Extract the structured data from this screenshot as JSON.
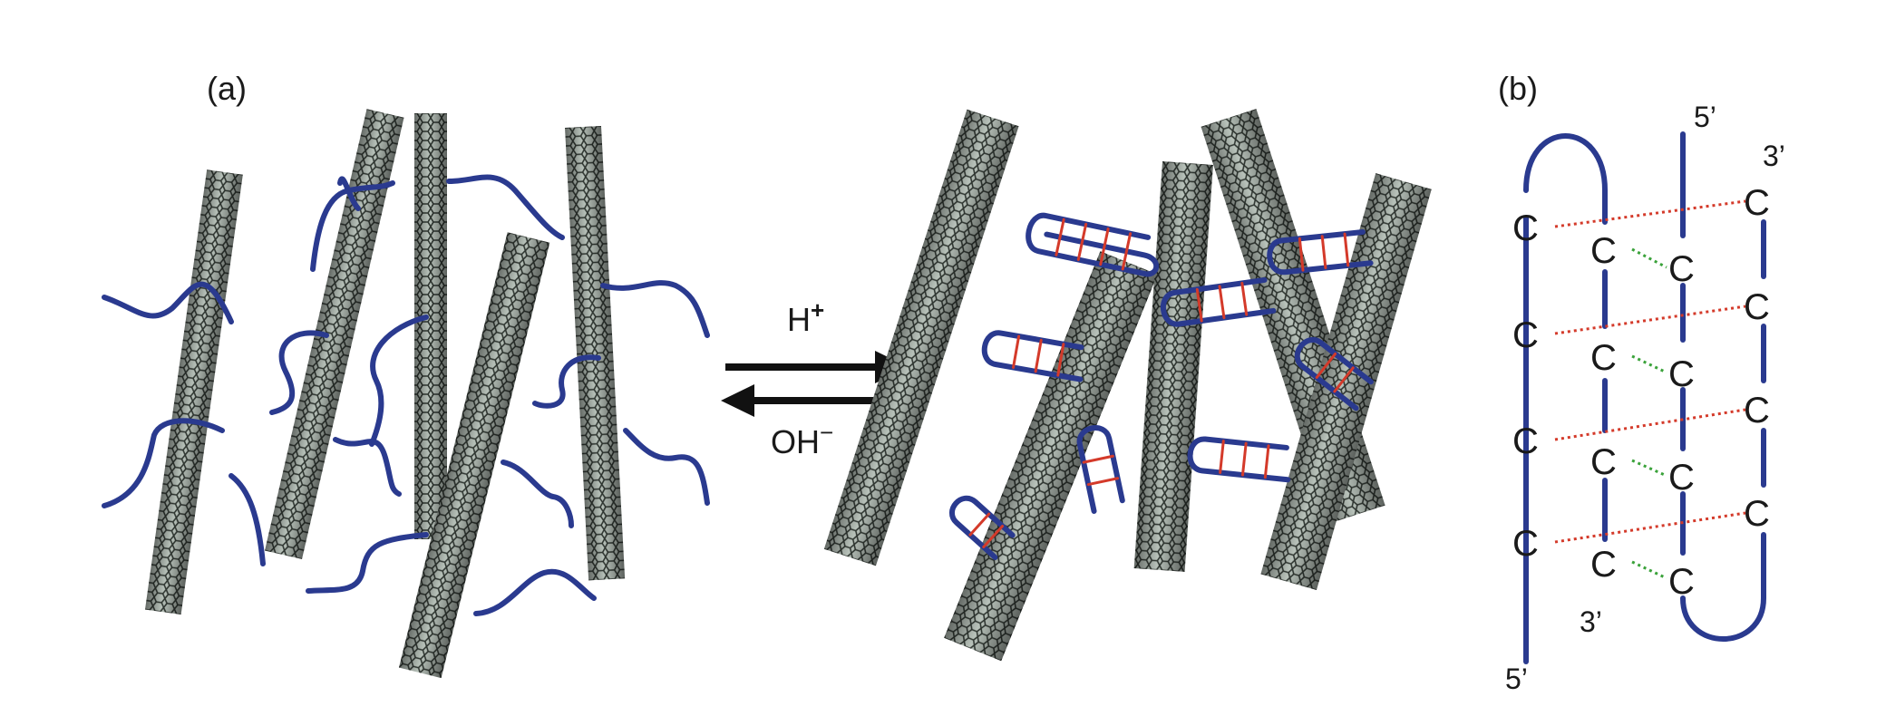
{
  "panel_a": {
    "label": "(a)",
    "forward_arrow_label": "H",
    "forward_arrow_superscript": "+",
    "reverse_arrow_label": "OH",
    "reverse_arrow_superscript": "−"
  },
  "panel_b": {
    "label": "(b)",
    "strand_end_top_right": "5’",
    "strand_end_top_far_right": "3’",
    "strand_end_bottom_left": "5’",
    "strand_end_bottom_middle": "3’",
    "base_letter": "C"
  },
  "colors": {
    "dna_strand": "#2a3a8f",
    "nanotube_dark": "#3d4540",
    "nanotube_light": "#a9b3ab",
    "intra_pair": "#d43a2a",
    "inter_pair": "#3aa23a",
    "arrow": "#111111"
  }
}
